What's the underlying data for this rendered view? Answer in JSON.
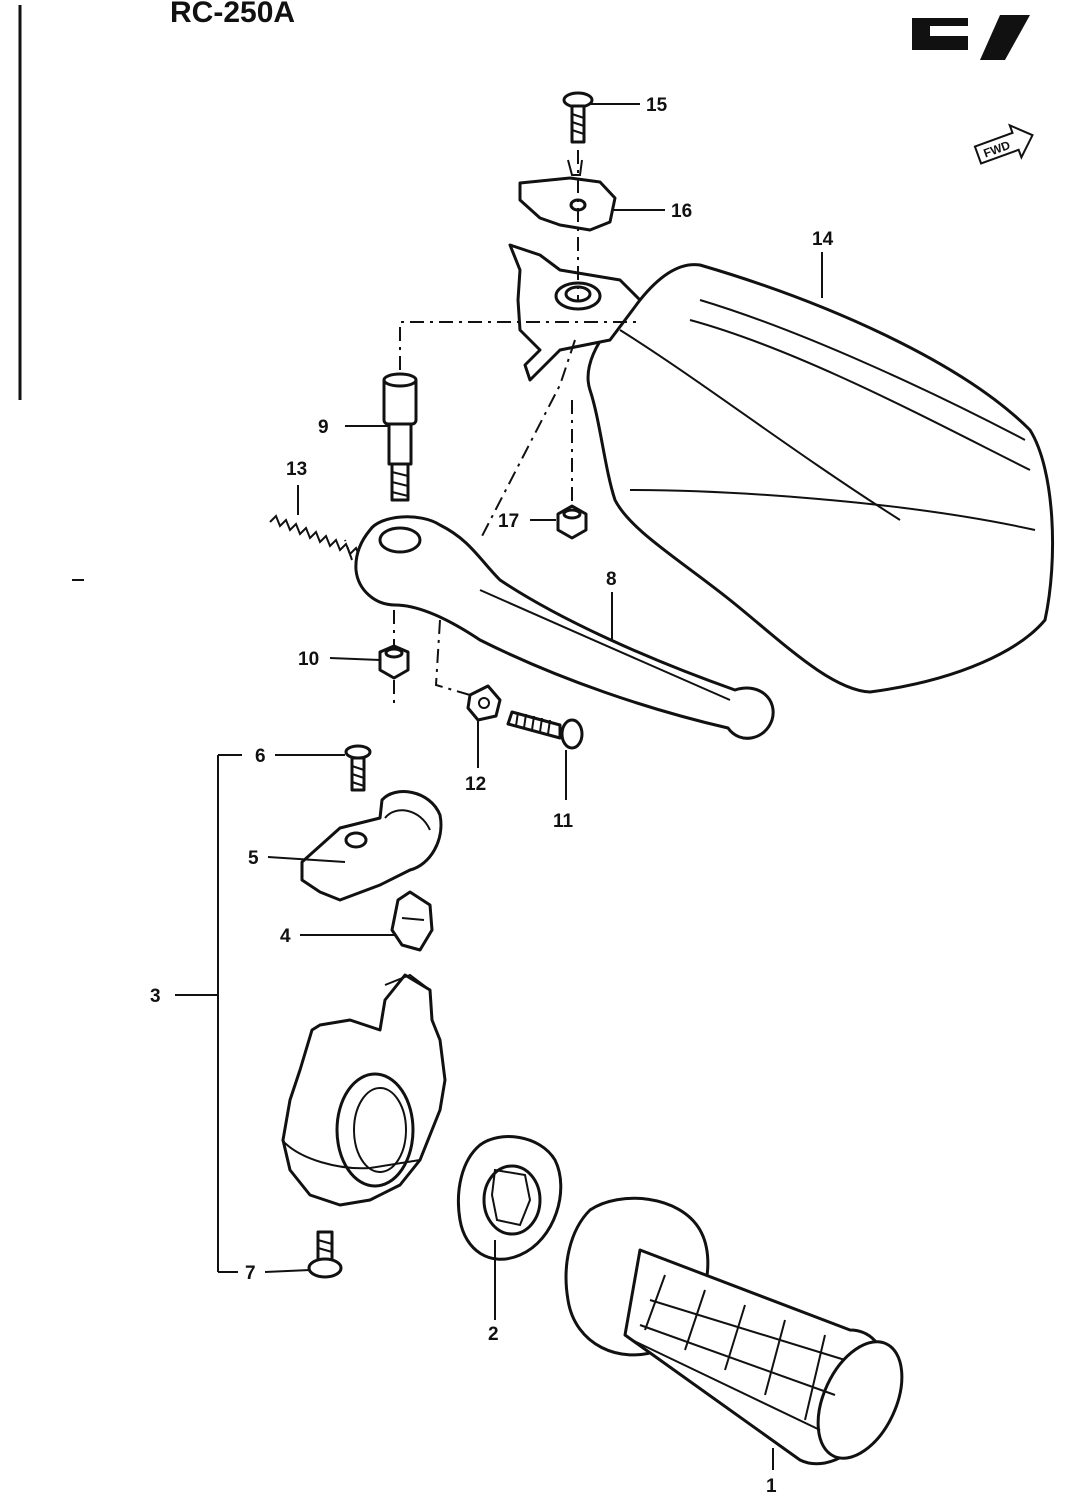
{
  "header": {
    "model_code": "RC-250A",
    "group_code": "E 7"
  },
  "direction_marker": {
    "label": "FWD",
    "icon": "forward-arrow-icon"
  },
  "callouts": [
    {
      "id": "1",
      "label": "1"
    },
    {
      "id": "2",
      "label": "2"
    },
    {
      "id": "3",
      "label": "3"
    },
    {
      "id": "4",
      "label": "4"
    },
    {
      "id": "5",
      "label": "5"
    },
    {
      "id": "6",
      "label": "6"
    },
    {
      "id": "7",
      "label": "7"
    },
    {
      "id": "8",
      "label": "8"
    },
    {
      "id": "9",
      "label": "9"
    },
    {
      "id": "10",
      "label": "10"
    },
    {
      "id": "11",
      "label": "11"
    },
    {
      "id": "12",
      "label": "12"
    },
    {
      "id": "13",
      "label": "13"
    },
    {
      "id": "14",
      "label": "14"
    },
    {
      "id": "15",
      "label": "15"
    },
    {
      "id": "16",
      "label": "16"
    },
    {
      "id": "17",
      "label": "17"
    }
  ],
  "parts_icons": [
    "grip-icon",
    "throttle-cam-icon",
    "lever-holder-assembly-icon",
    "clip-icon",
    "holder-clamp-icon",
    "screw-icon",
    "bolt-icon",
    "clutch-lever-icon",
    "pivot-bolt-icon",
    "nut-icon",
    "adjuster-screw-icon",
    "adjuster-nut-icon",
    "spring-icon",
    "hand-guard-icon",
    "screw-icon",
    "guard-bracket-icon",
    "nut-icon"
  ]
}
